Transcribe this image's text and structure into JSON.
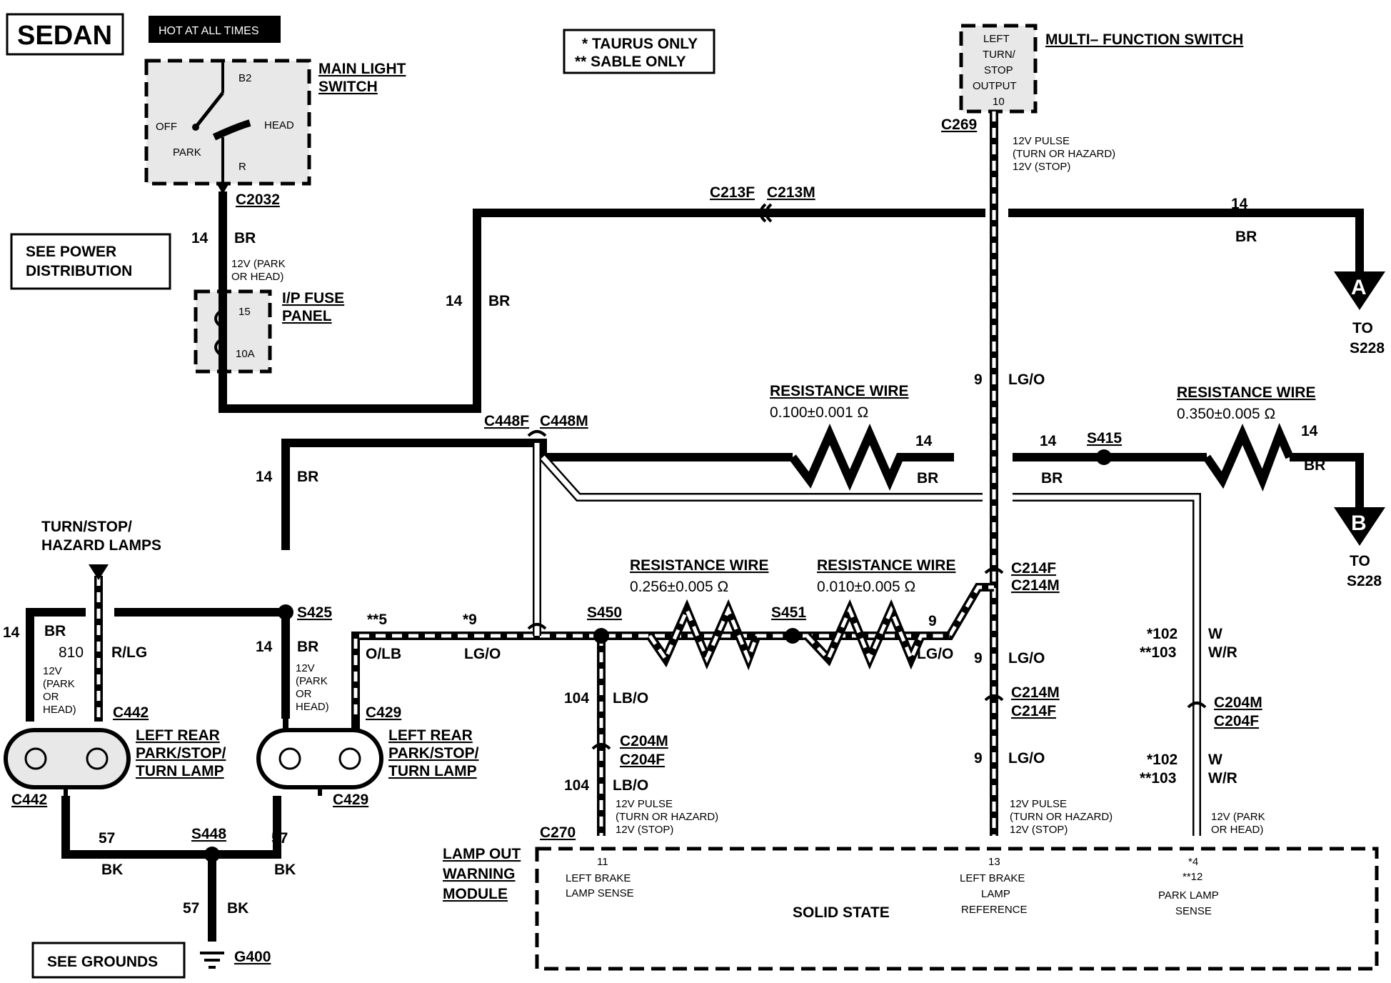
{
  "vehicle_label": "SEDAN",
  "hot_label": "HOT AT ALL TIMES",
  "legend": {
    "line1": "* TAURUS ONLY",
    "line2": "** SABLE ONLY"
  },
  "see_power": {
    "line1": "SEE POWER",
    "line2": "DISTRIBUTION"
  },
  "see_grounds": "SEE GROUNDS",
  "main_switch": {
    "title1": "MAIN LIGHT",
    "title2": "SWITCH",
    "b2": "B2",
    "off": "OFF",
    "head": "HEAD",
    "park": "PARK",
    "r": "R",
    "connector": "C2032"
  },
  "fuse": {
    "title1": "I/P FUSE",
    "title2": "PANEL",
    "num": "15",
    "amp": "10A"
  },
  "mfs": {
    "title": "MULTI– FUNCTION SWITCH",
    "box": [
      "LEFT",
      "TURN/",
      "STOP",
      "OUTPUT",
      "10"
    ],
    "connector": "C269",
    "note": [
      "12V PULSE",
      "(TURN OR HAZARD)",
      "12V (STOP)"
    ]
  },
  "connectors": {
    "c213f": "C213F",
    "c213m": "C213M",
    "c448f": "C448F",
    "c448m": "C448M",
    "c214f_a": "C214F",
    "c214m_a": "C214M",
    "c214m_b": "C214M",
    "c214f_b": "C214F",
    "c204m_r": "C204M",
    "c204f_r": "C204F",
    "c204m_l": "C204M",
    "c204f_l": "C204F",
    "c442_top": "C442",
    "c442_bot": "C442",
    "c429_top": "C429",
    "c429_bot": "C429",
    "c270": "C270"
  },
  "splices": {
    "s425": "S425",
    "s450": "S450",
    "s451": "S451",
    "s415": "S415",
    "s448": "S448",
    "g400": "G400"
  },
  "terminals": {
    "a": "A",
    "a_to1": "TO",
    "a_to2": "S228",
    "b": "B",
    "b_to1": "TO",
    "b_to2": "S228"
  },
  "resistance_wires": [
    {
      "title": "RESISTANCE WIRE",
      "value": "0.100±0.001 Ω"
    },
    {
      "title": "RESISTANCE WIRE",
      "value": "0.350±0.005 Ω"
    },
    {
      "title": "RESISTANCE WIRE",
      "value": "0.256±0.005 Ω"
    },
    {
      "title": "RESISTANCE WIRE",
      "value": "0.010±0.005 Ω"
    }
  ],
  "wires": {
    "w14": "14",
    "br": "BR",
    "bk": "BK",
    "w57": "57",
    "w9": "9",
    "lgo": "LG/O",
    "w104": "104",
    "lbo": "LB/O",
    "w810": "810",
    "rlg": "R/LG",
    "olb": "O/LB",
    "star_star5": "**5",
    "star9": "*9",
    "star102": "*102",
    "star_star103": "**103",
    "w": "W",
    "wr": "W/R"
  },
  "notes": {
    "park_head_a": [
      "12V (PARK",
      "OR HEAD)"
    ],
    "park_head_b": [
      "12V",
      "(PARK",
      "OR",
      "HEAD)"
    ],
    "park_head_c": [
      "12V (PARK",
      "OR HEAD)"
    ],
    "pulse": [
      "12V PULSE",
      "(TURN OR HAZARD)",
      "12V (STOP)"
    ]
  },
  "lamps": {
    "group_title1": "TURN/STOP/",
    "group_title2": "HAZARD LAMPS",
    "lamp1": [
      "LEFT REAR",
      "PARK/STOP/",
      "TURN LAMP"
    ],
    "lamp2": [
      "LEFT REAR",
      "PARK/STOP/",
      "TURN LAMP"
    ]
  },
  "module": {
    "title": [
      "LAMP OUT",
      "WARNING",
      "MODULE"
    ],
    "solid_state": "SOLID STATE",
    "pin11": "11",
    "pin11_label": [
      "LEFT BRAKE",
      "LAMP SENSE"
    ],
    "pin13": "13",
    "pin13_label": [
      "LEFT BRAKE",
      "LAMP",
      "REFERENCE"
    ],
    "pin4": "*4",
    "pin12": "**12",
    "pin12_label": [
      "PARK LAMP",
      "SENSE"
    ]
  }
}
